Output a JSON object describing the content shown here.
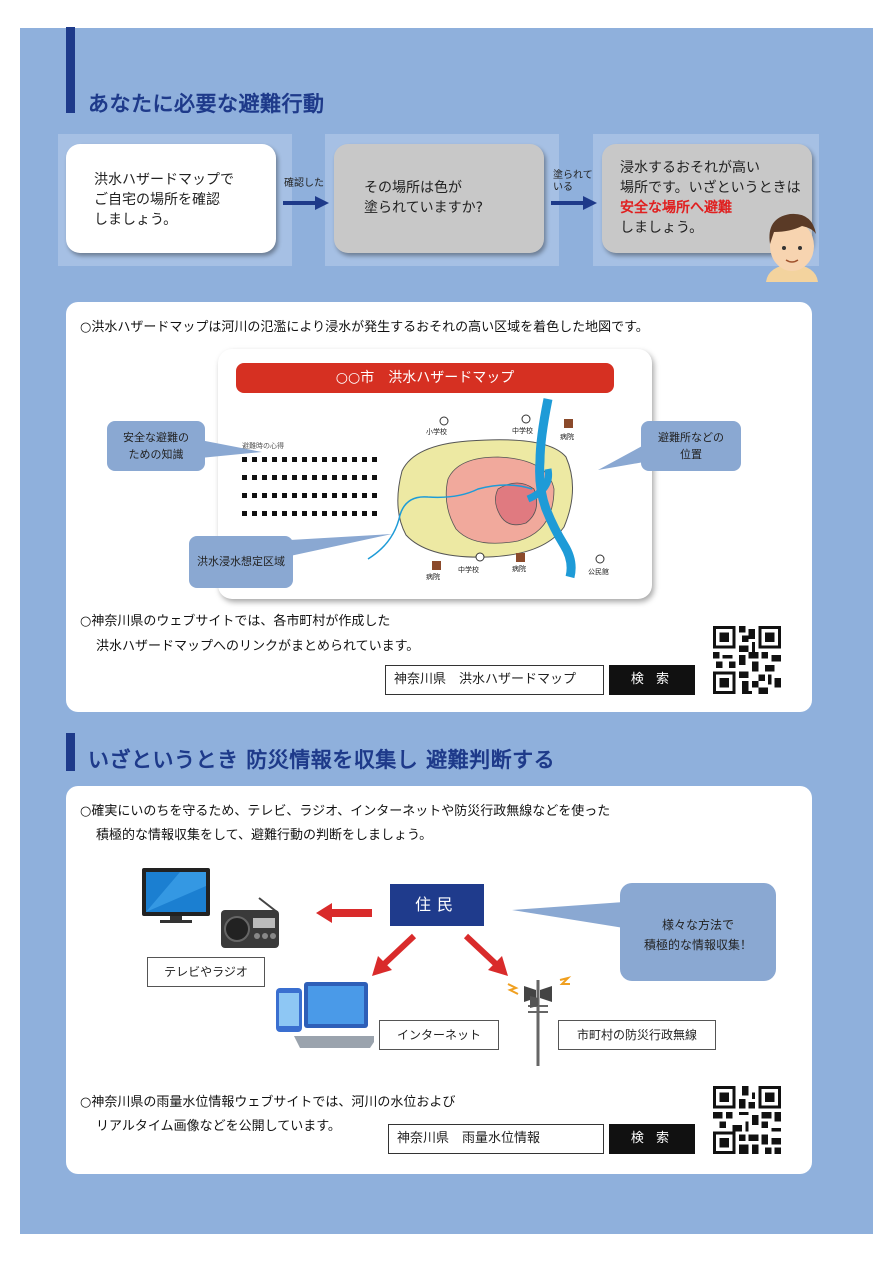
{
  "section1": {
    "title": "あなたに必要な避難行動",
    "flow": {
      "step1": [
        "洪水ハザードマップで",
        "ご自宅の場所を確認",
        "しましょう。"
      ],
      "arrow1": "確認した",
      "step2": [
        "その場所は色が",
        "塗られていますか?"
      ],
      "arrow2": [
        "塗られて",
        "いる"
      ],
      "step3_a": "浸水するおそれが高い",
      "step3_b": "場所です。いざというときは",
      "step3_c": "安全な場所へ避難",
      "step3_d": "しましょう。"
    }
  },
  "hazard_panel": {
    "intro": "○洪水ハザードマップは河川の氾濫により浸水が発生するおそれの高い区域を着色した地図です。",
    "map": {
      "title": "○○市　洪水ハザードマップ",
      "legend_heading": "避難時の心得",
      "places": {
        "elementary": "小学校",
        "junior_top": "中学校",
        "hospital_top": "病院",
        "hospital_bl": "病院",
        "junior_bottom": "中学校",
        "hospital_bm": "病院",
        "public_hall": "公民館"
      }
    },
    "callouts": {
      "knowledge": [
        "安全な避難の",
        "ための知識"
      ],
      "shelter": [
        "避難所などの",
        "位置"
      ],
      "flood_zone": "洪水浸水想定区域"
    },
    "kanagawa_line1": "○神奈川県のウェブサイトでは、各市町村が作成した",
    "kanagawa_line2": "洪水ハザードマップへのリンクがまとめられています。",
    "search_query": "神奈川県　洪水ハザードマップ",
    "search_button": "検 索"
  },
  "section2": {
    "title": "いざというとき 防災情報を収集し 避難判断する"
  },
  "info_panel": {
    "line1": "○確実にいのちを守るため、テレビ、ラジオ、インターネットや防災行政無線などを使った",
    "line2": "積極的な情報収集をして、避難行動の判断をしましょう。",
    "resident": "住民",
    "bubble": [
      "様々な方法で",
      "積極的な情報収集！"
    ],
    "tv_radio": "テレビやラジオ",
    "internet": "インターネット",
    "radio_system": "市町村の防災行政無線",
    "rain_line1": "○神奈川県の雨量水位情報ウェブサイトでは、河川の水位および",
    "rain_line2": "リアルタイム画像などを公開しています。",
    "search_query": "神奈川県　雨量水位情報",
    "search_button": "検 索"
  },
  "colors": {
    "page_bg": "#8fb0dc",
    "title_blue": "#1e3a8a",
    "accent_red": "#e02020",
    "river": "#1e9bd7",
    "flood_yellow": "#ede9a3",
    "flood_pink": "#f1a99c"
  }
}
